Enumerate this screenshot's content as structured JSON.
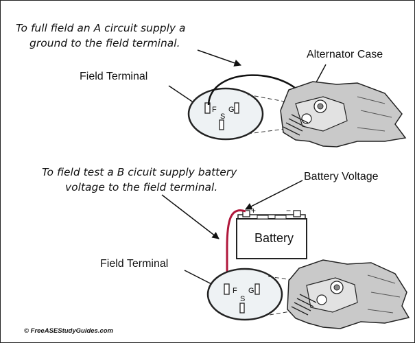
{
  "notes": {
    "a_circuit": [
      "To full field an A circuit supply a",
      "ground to the field terminal."
    ],
    "b_circuit": [
      "To field test a B cicuit supply battery",
      "voltage to the field terminal."
    ]
  },
  "labels": {
    "alternator_case": "Alternator Case",
    "field_terminal_top": "Field Terminal",
    "battery_voltage": "Battery Voltage",
    "field_terminal_bottom": "Field Terminal",
    "battery": "Battery"
  },
  "terminals": {
    "f": "F",
    "g": "G",
    "s": "S"
  },
  "battery_signs": {
    "plus": "+",
    "minus": "−"
  },
  "copyright": "© FreeASEStudyGuides.com",
  "colors": {
    "plug_fill": "#eef2f4",
    "wire_red": "#b0173b",
    "alternator_fill": "#c9c9c9",
    "outline": "#222222"
  }
}
